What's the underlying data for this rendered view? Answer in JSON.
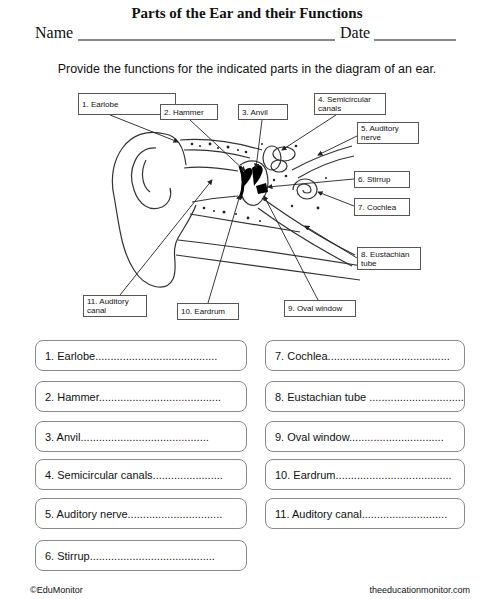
{
  "diagram": {
    "title": "Parts of the Ear and their Functions",
    "nodes": [
      {
        "text": [
          "1. Earlobe"
        ]
      },
      {
        "text": [
          "2. Hammer"
        ]
      },
      {
        "text": [
          "3. Anvil"
        ]
      },
      {
        "text": [
          "4. Semicircular canals"
        ]
      },
      {
        "text": [
          "5. Auditory nerve"
        ]
      },
      {
        "text": [
          "6. Stirrup"
        ]
      },
      {
        "text": [
          "7. Cochlea"
        ]
      },
      {
        "text": [
          "8. Eustachian tube"
        ]
      },
      {
        "text": [
          "11. Auditory canal"
        ]
      },
      {
        "text": [
          "10. Eardrum"
        ]
      },
      {
        "text": [
          "9. Oval window"
        ]
      },
      {
        "text": [
          "1. Earlobe........................................"
        ]
      },
      {
        "text": [
          "7. Cochlea........................................"
        ]
      },
      {
        "text": [
          "2. Hammer........................................"
        ]
      },
      {
        "text": [
          "8. Eustachian tube ..............................."
        ]
      },
      {
        "text": [
          "3. Anvil.........................................."
        ]
      },
      {
        "text": [
          "9. Oval window..............................."
        ]
      },
      {
        "text": [
          "4. Semicircular canals......................."
        ]
      },
      {
        "text": [
          "10. Eardrum......................................"
        ]
      },
      {
        "text": [
          "5. Auditory nerve..............................."
        ]
      },
      {
        "text": [
          "11. Auditory canal............................"
        ]
      },
      {
        "text": [
          "6. Stirrup........................................."
        ]
      }
    ],
    "labels": [
      "Name",
      "Date",
      "Provide the functions for the indicated parts in the diagram of an ear.",
      "©EduMonitor",
      "theeducationmonitor.com"
    ]
  }
}
